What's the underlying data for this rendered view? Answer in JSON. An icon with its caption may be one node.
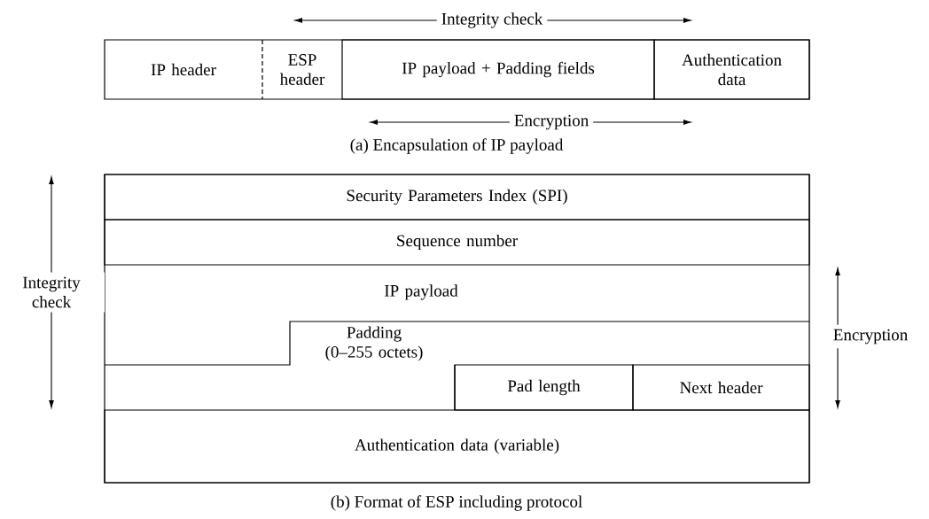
{
  "diagram": {
    "nodes": [
      {
        "text": [
          "IP header"
        ]
      },
      {
        "text": [
          "ESP header"
        ]
      },
      {
        "text": [
          "IP payload + Padding fields"
        ]
      },
      {
        "text": [
          "Authentication data"
        ]
      },
      {
        "text": [
          "Security Parameters Index (SPI)"
        ]
      },
      {
        "text": [
          "Sequence number"
        ]
      },
      {
        "text": [
          "IP payload"
        ]
      },
      {
        "text": [
          "Padding (0–255 octets)"
        ]
      },
      {
        "text": [
          "Pad length"
        ]
      },
      {
        "text": [
          "Next header"
        ]
      },
      {
        "text": [
          "Authentication data (variable)"
        ]
      }
    ],
    "labels": [
      "Integrity check",
      "Encryption",
      "(a) Encapsulation of IP payload",
      "Integrity check",
      "Encryption",
      "(b) Format of ESP including protocol"
    ]
  }
}
